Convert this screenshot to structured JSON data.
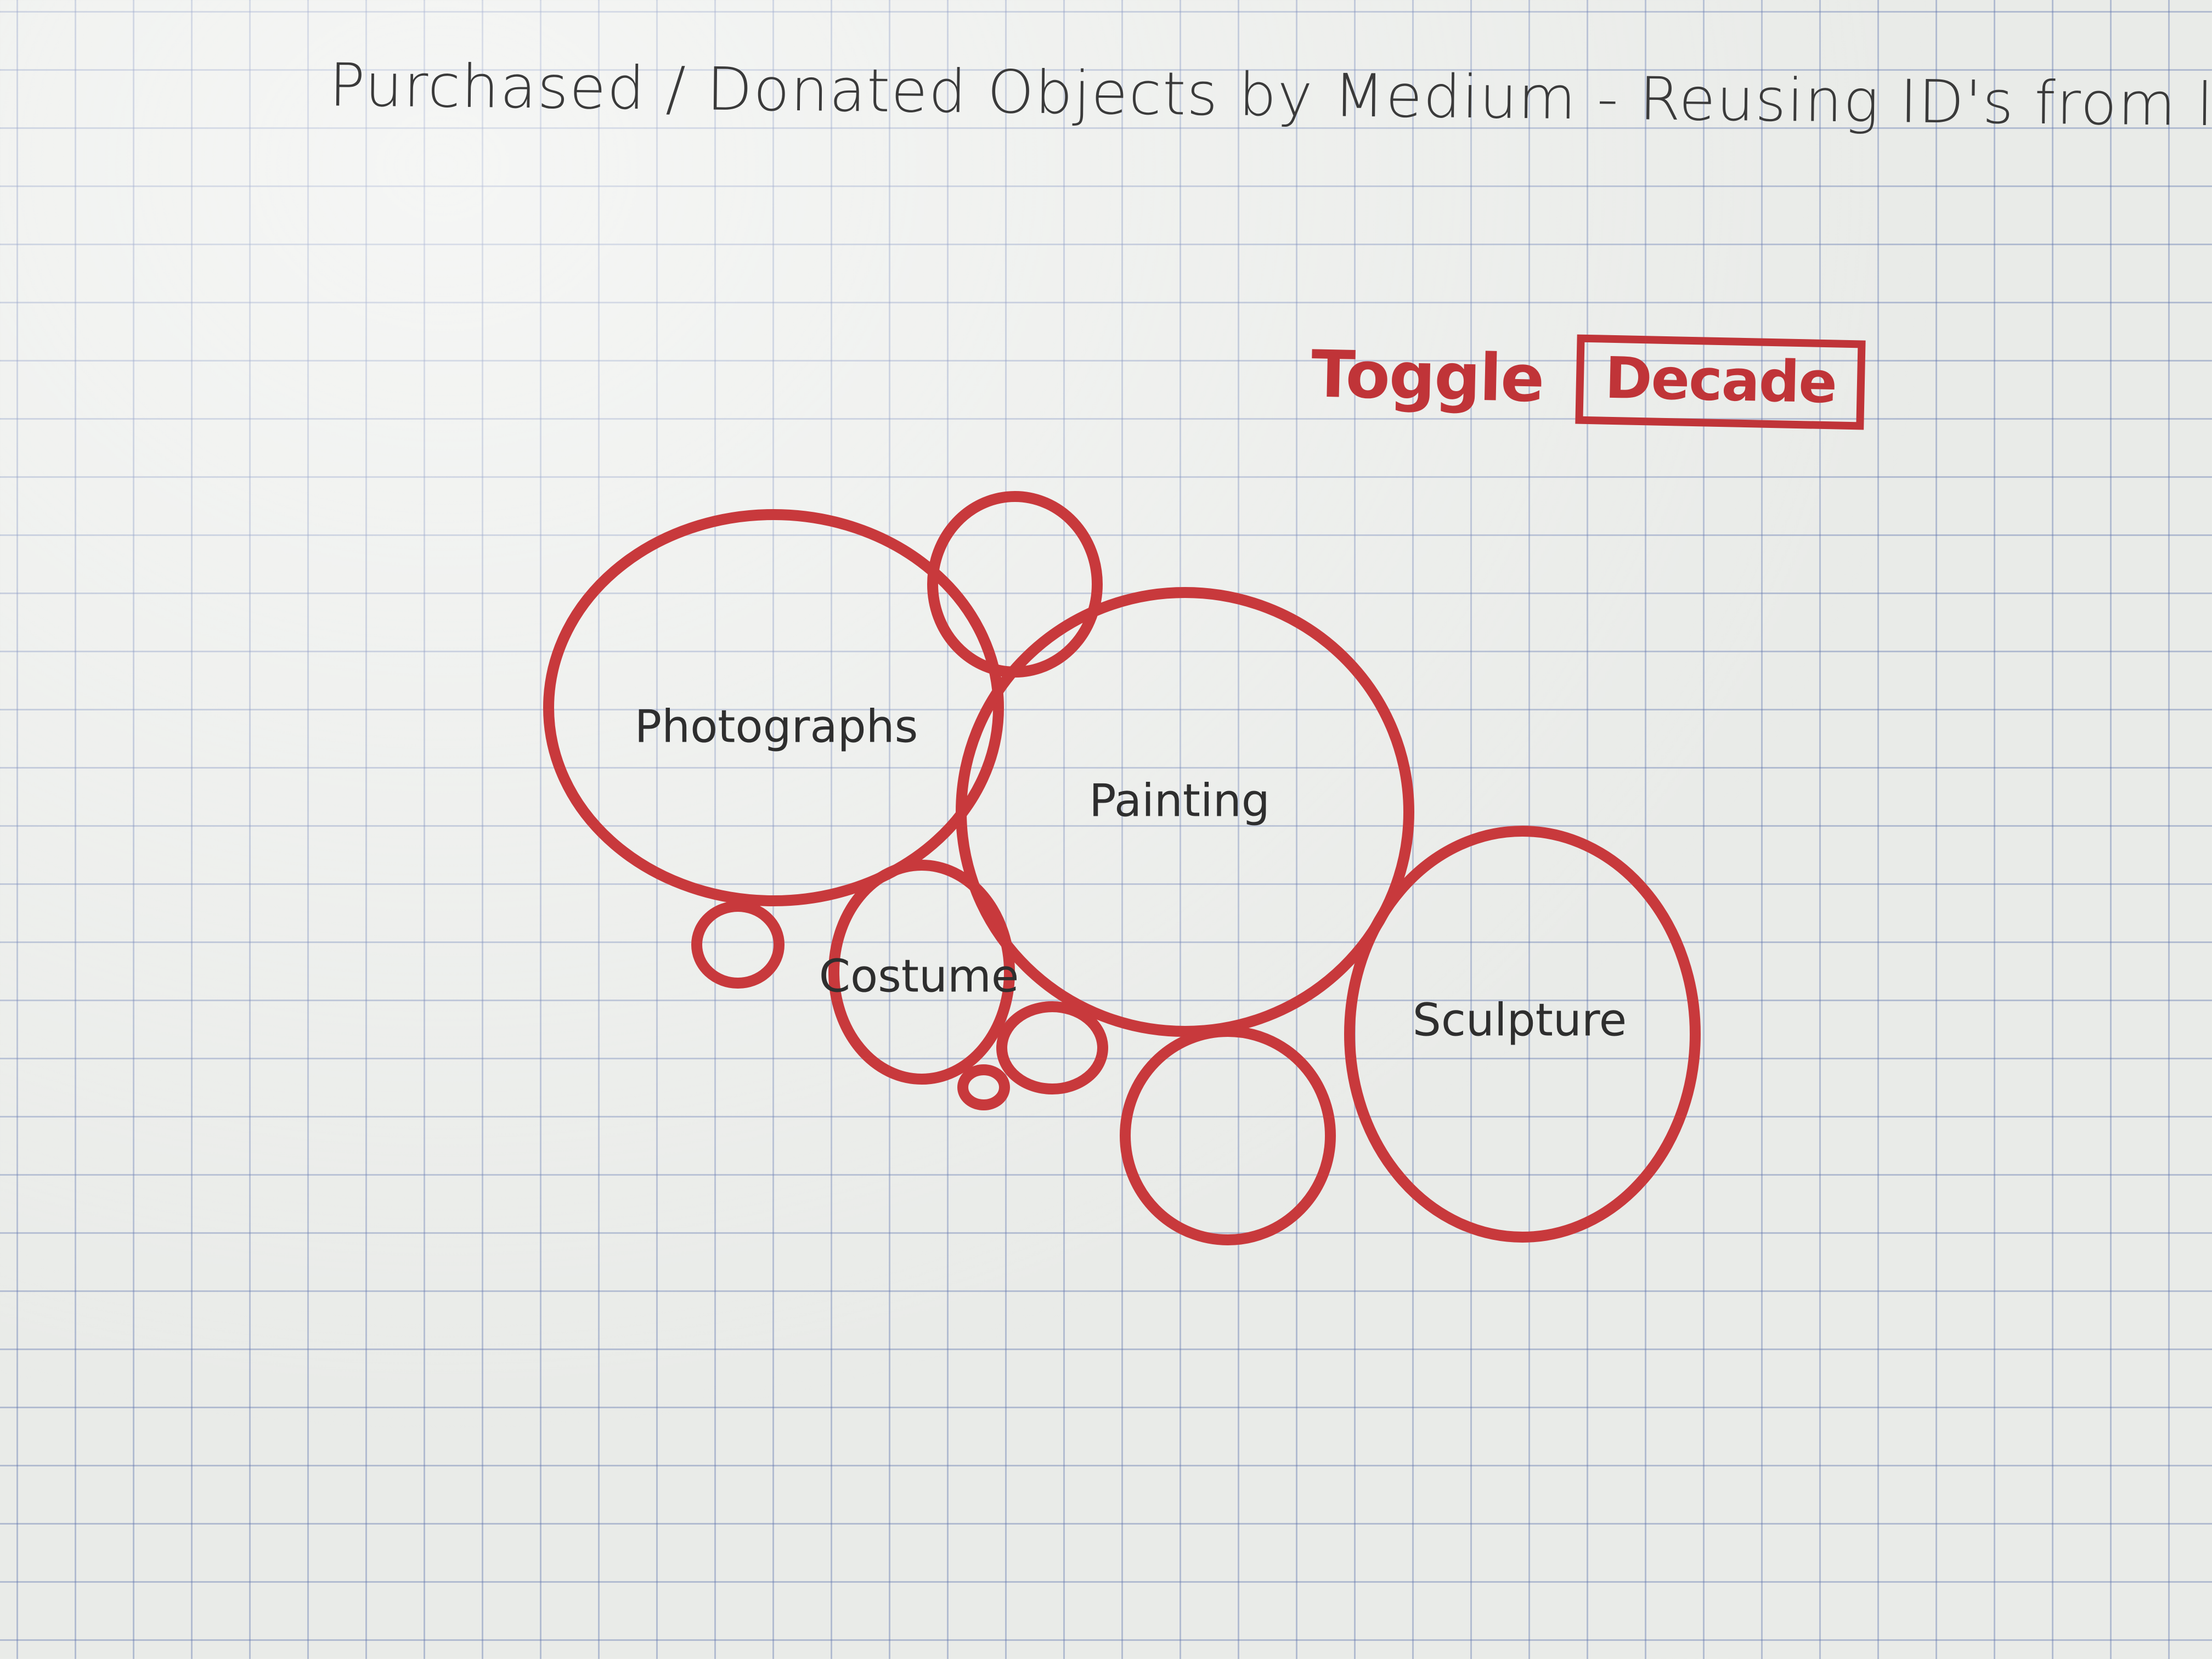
{
  "title": "Purchased / Donated Objects by Medium - Reusing ID's from last project",
  "controls": {
    "toggle_label": "Toggle",
    "decade_button": "Decade"
  },
  "bubbles": {
    "photographs": "Photographs",
    "painting": "Painting",
    "costume": "Costume",
    "sculpture": "Sculpture"
  },
  "colors": {
    "ink_red": "#c8393c",
    "pencil": "#2e2e2e",
    "grid": "#5a6eaa"
  }
}
